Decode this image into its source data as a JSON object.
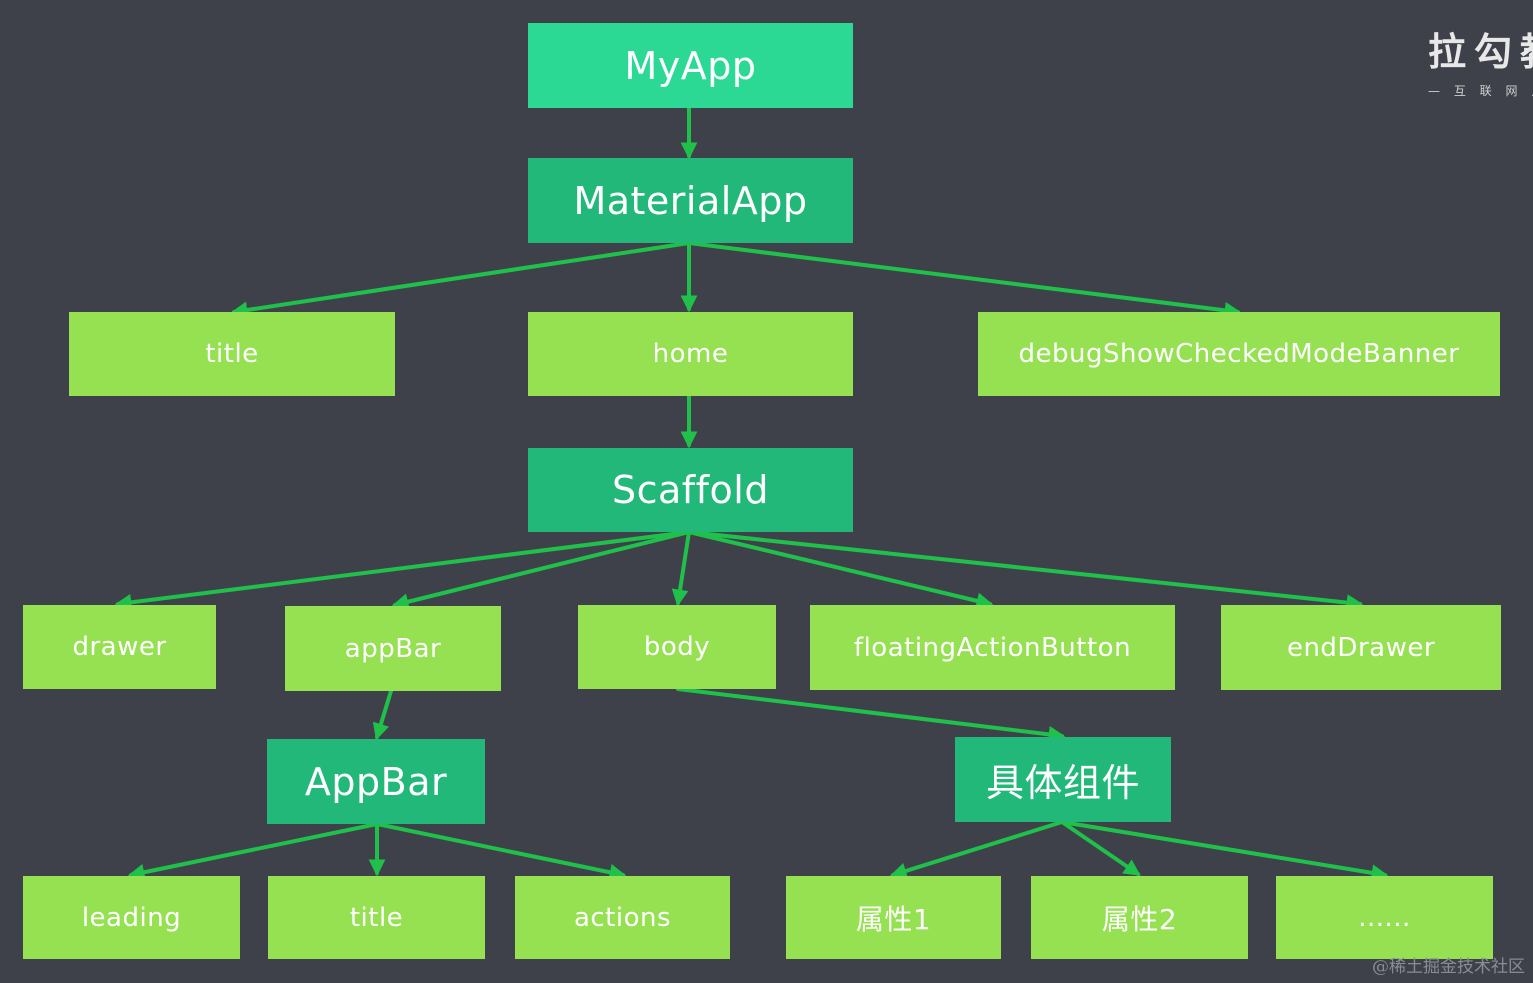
{
  "colors": {
    "background": "#3f414a",
    "root_node": "#2bd995",
    "widget_node": "#21b87a",
    "property_node": "#95e152",
    "edge": "#1fc14b"
  },
  "logo": {
    "brand": "拉勾教",
    "tagline": "— 互 联 网 人 实"
  },
  "watermark": "@稀土掘金技术社区",
  "nodes": {
    "myapp": "MyApp",
    "materialapp": "MaterialApp",
    "title": "title",
    "home": "home",
    "debug_banner": "debugShowCheckedModeBanner",
    "scaffold": "Scaffold",
    "drawer": "drawer",
    "appbar_prop": "appBar",
    "body": "body",
    "fab": "floatingActionButton",
    "end_drawer": "endDrawer",
    "appbar_widget": "AppBar",
    "concrete": "具体组件",
    "leading": "leading",
    "appbar_title": "title",
    "actions": "actions",
    "attr1": "属性1",
    "attr2": "属性2",
    "more": "......"
  }
}
